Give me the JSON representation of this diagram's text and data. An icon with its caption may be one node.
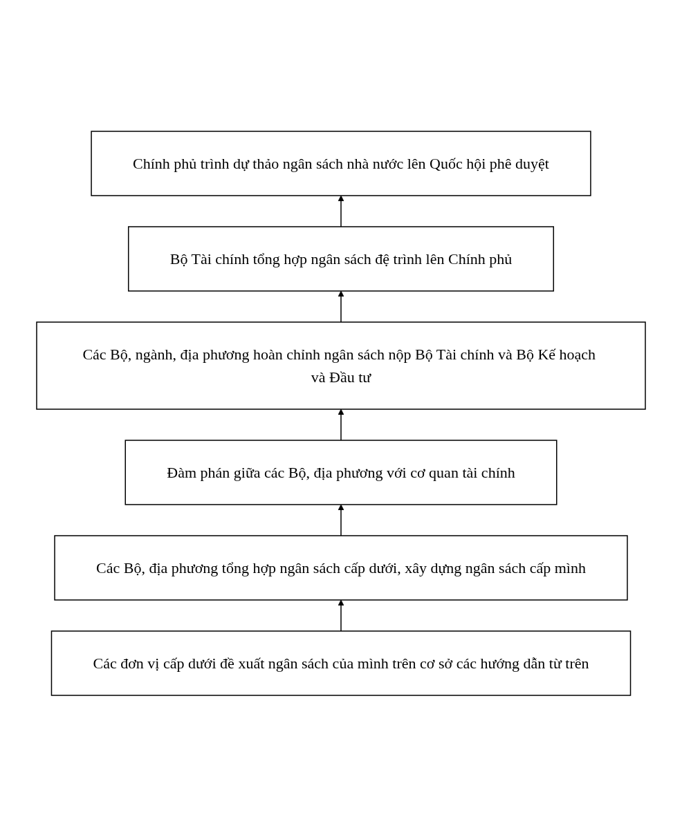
{
  "diagram": {
    "nodes": [
      {
        "text": [
          "Chính phủ trình dự thảo ngân sách nhà nước lên Quốc hội phê duyệt"
        ]
      },
      {
        "text": [
          "Bộ Tài chính tổng hợp ngân sách đệ trình lên Chính phủ"
        ]
      },
      {
        "text": [
          "Các Bộ, ngành, địa phương hoàn chỉnh ngân sách nộp Bộ Tài chính và Bộ Kế hoạch và Đầu tư"
        ]
      },
      {
        "text": [
          "Đàm phán giữa các Bộ, địa phương với cơ quan tài chính"
        ]
      },
      {
        "text": [
          "Các Bộ, địa phương tổng hợp ngân sách cấp dưới, xây dựng ngân sách cấp mình"
        ]
      },
      {
        "text": [
          "Các đơn vị cấp dưới đề xuất ngân sách của mình trên cơ sở các hướng dẫn từ trên"
        ]
      }
    ],
    "edges": [
      {
        "from": 1,
        "to": 0,
        "arrow": "to"
      },
      {
        "from": 2,
        "to": 1,
        "arrow": "to"
      },
      {
        "from": 3,
        "to": 2,
        "arrow": "to"
      },
      {
        "from": 4,
        "to": 3,
        "arrow": "to"
      },
      {
        "from": 5,
        "to": 4,
        "arrow": "to"
      }
    ]
  }
}
